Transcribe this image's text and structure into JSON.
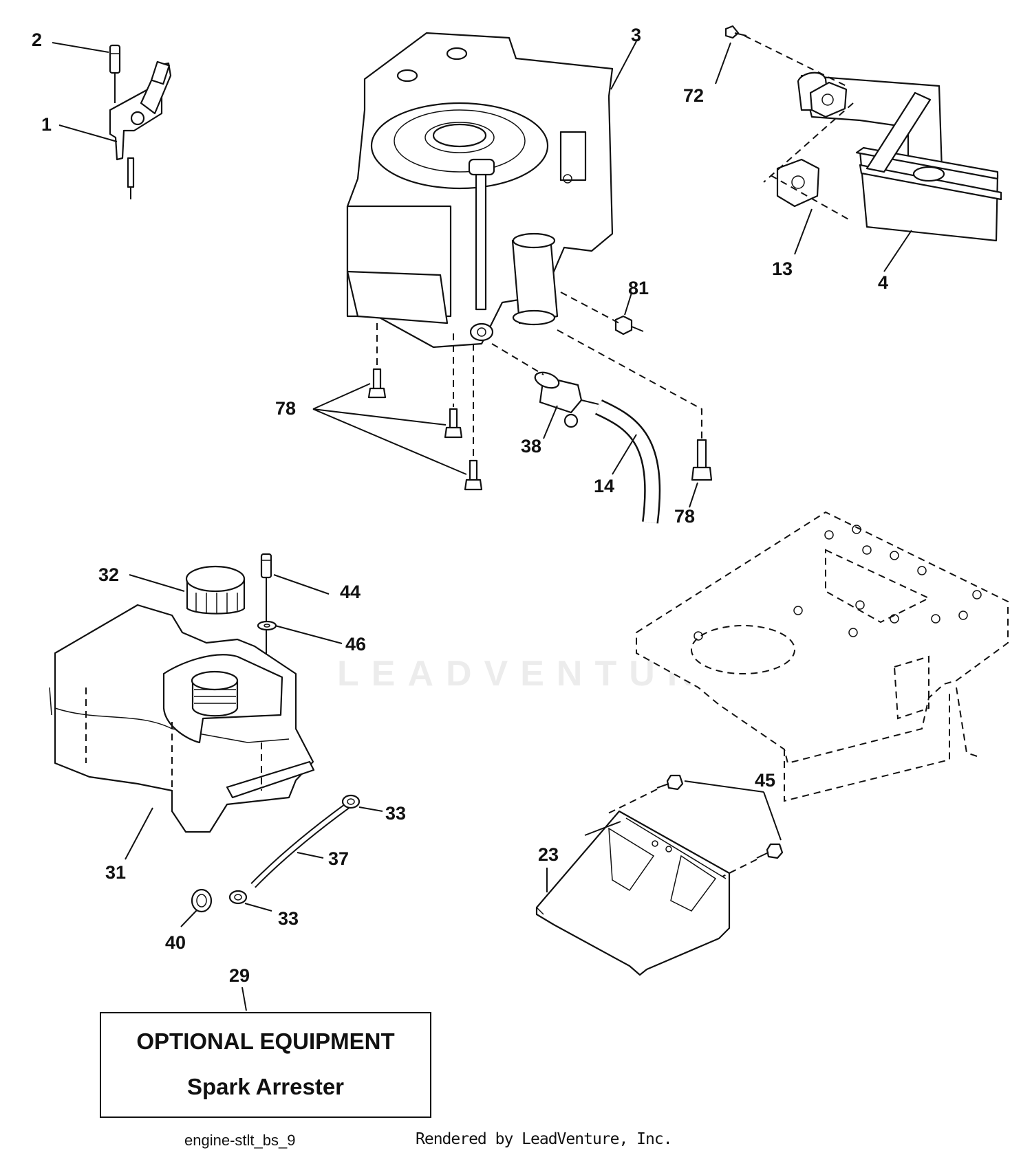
{
  "callouts": {
    "c1": "1",
    "c2": "2",
    "c3": "3",
    "c4": "4",
    "c13": "13",
    "c14": "14",
    "c23": "23",
    "c29": "29",
    "c31": "31",
    "c32": "32",
    "c33a": "33",
    "c33b": "33",
    "c37": "37",
    "c38": "38",
    "c40": "40",
    "c44": "44",
    "c45": "45",
    "c46": "46",
    "c72": "72",
    "c78a": "78",
    "c78b": "78",
    "c81": "81"
  },
  "optional_box": {
    "line1": "OPTIONAL EQUIPMENT",
    "line2": "Spark Arrester"
  },
  "footer": {
    "diagram_code": "engine-stlt_bs_9",
    "rendered_by": "Rendered by LeadVenture, Inc."
  },
  "watermark": {
    "text": "LEADVENTURE"
  }
}
